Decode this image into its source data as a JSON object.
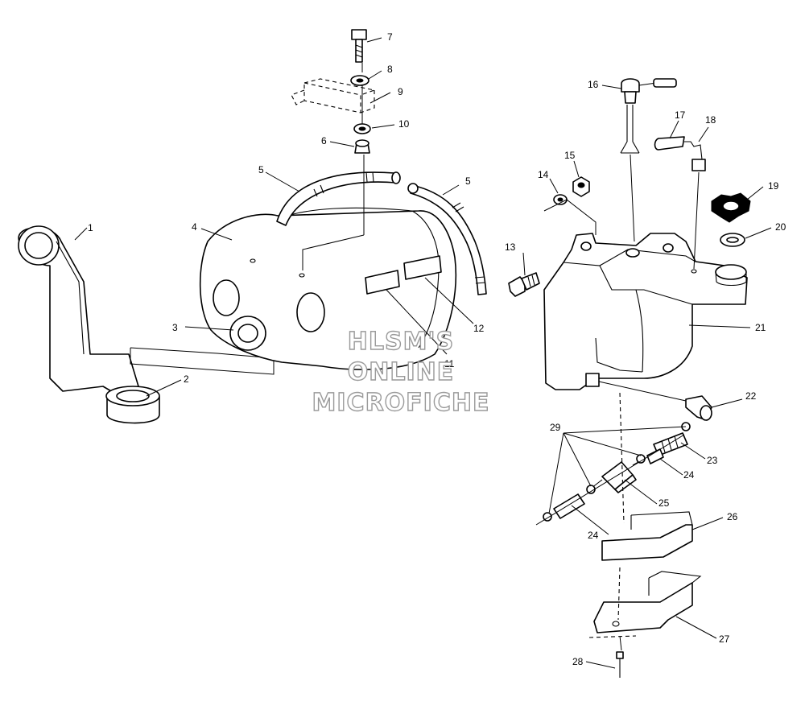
{
  "diagram": {
    "callouts": [
      {
        "id": "c1",
        "text": "1"
      },
      {
        "id": "c2",
        "text": "2"
      },
      {
        "id": "c3",
        "text": "3"
      },
      {
        "id": "c4",
        "text": "4"
      },
      {
        "id": "c5a",
        "text": "5"
      },
      {
        "id": "c5b",
        "text": "5"
      },
      {
        "id": "c6",
        "text": "6"
      },
      {
        "id": "c7",
        "text": "7"
      },
      {
        "id": "c8",
        "text": "8"
      },
      {
        "id": "c9",
        "text": "9"
      },
      {
        "id": "c10",
        "text": "10"
      },
      {
        "id": "c11",
        "text": "11"
      },
      {
        "id": "c12",
        "text": "12"
      },
      {
        "id": "c13",
        "text": "13"
      },
      {
        "id": "c14",
        "text": "14"
      },
      {
        "id": "c15",
        "text": "15"
      },
      {
        "id": "c16",
        "text": "16"
      },
      {
        "id": "c17",
        "text": "17"
      },
      {
        "id": "c18",
        "text": "18"
      },
      {
        "id": "c19",
        "text": "19"
      },
      {
        "id": "c20",
        "text": "20"
      },
      {
        "id": "c21",
        "text": "21"
      },
      {
        "id": "c22",
        "text": "22"
      },
      {
        "id": "c23",
        "text": "23"
      },
      {
        "id": "c24a",
        "text": "24"
      },
      {
        "id": "c24b",
        "text": "24"
      },
      {
        "id": "c25",
        "text": "25"
      },
      {
        "id": "c26",
        "text": "26"
      },
      {
        "id": "c27",
        "text": "27"
      },
      {
        "id": "c28",
        "text": "28"
      },
      {
        "id": "c29",
        "text": "29"
      }
    ],
    "watermark": {
      "line1": "HLSM'S",
      "line2": "ONLINE",
      "line3": "MICROFICHE"
    }
  }
}
